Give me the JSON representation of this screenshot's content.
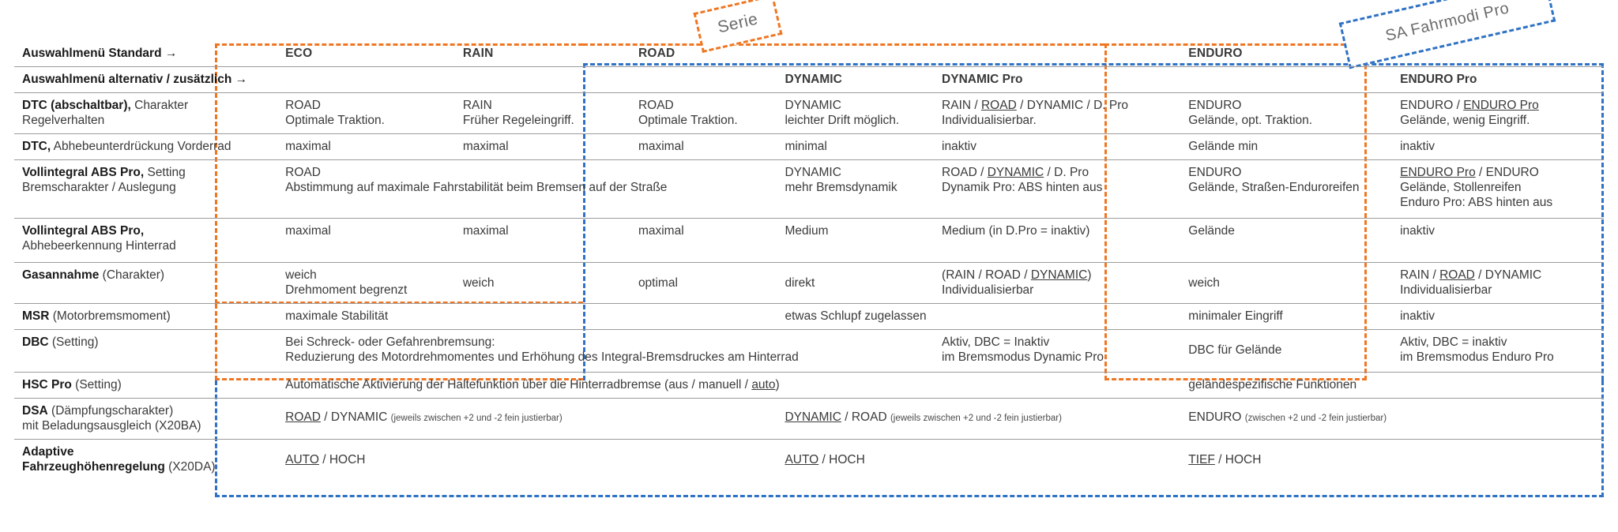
{
  "annotations": {
    "serie_tag": "Serie",
    "sa_tag": "SA Fahrmodi Pro",
    "serie_color": "#ef7622",
    "sa_color": "#2f72c4"
  },
  "headers": {
    "row1_label": "Auswahlmenü Standard →",
    "row2_label": "Auswahlmenü alternativ / zusätzlich →",
    "standard": [
      "ECO",
      "RAIN",
      "ROAD",
      "ENDURO"
    ],
    "alternativ": [
      "DYNAMIC",
      "DYNAMIC Pro",
      "ENDURO Pro"
    ]
  },
  "rows": [
    {
      "label_bold": "DTC (abschaltbar),",
      "label_rest": " Charakter",
      "label_line2": "Regelverhalten",
      "eco": "ROAD\nOptimale Traktion.",
      "rain": "RAIN\nFrüher Regeleingriff.",
      "road": "ROAD\nOptimale Traktion.",
      "dynamic": "DYNAMIC\nleichter Drift möglich.",
      "dynamic_pro_line1_pre": "RAIN / ",
      "dynamic_pro_line1_u": "ROAD",
      "dynamic_pro_line1_post": " / DYNAMIC /  D. Pro",
      "dynamic_pro_line2": "Individualisierbar.",
      "enduro": "ENDURO\nGelände, opt. Traktion.",
      "enduro_pro_line1_pre": "ENDURO / ",
      "enduro_pro_line1_u": "ENDURO Pro",
      "enduro_pro_line1_post": "",
      "enduro_pro_line2": "Gelände, wenig Eingriff."
    },
    {
      "label_bold": "DTC,",
      "label_rest": " Abhebeunterdrückung Vorderrad",
      "eco": "maximal",
      "rain": "maximal",
      "road": "maximal",
      "dynamic": "minimal",
      "dynamic_pro": "inaktiv",
      "enduro": "Gelände min",
      "enduro_pro": "inaktiv"
    },
    {
      "label_bold": "Vollintegral ABS Pro,",
      "label_rest": " Setting",
      "label_line2": "Bremscharakter / Auslegung",
      "merged_std": "ROAD\nAbstimmung auf maximale Fahrstabilität beim Bremsen auf der Straße",
      "dynamic": "DYNAMIC\nmehr Bremsdynamik",
      "dynamic_pro_line1_pre": "ROAD / ",
      "dynamic_pro_line1_u": "DYNAMIC",
      "dynamic_pro_line1_post": " /  D. Pro",
      "dynamic_pro_line2": "Dynamik Pro: ABS hinten aus",
      "enduro": "ENDURO\nGelände, Straßen-Enduroreifen",
      "enduro_pro_line1_u": "ENDURO Pro",
      "enduro_pro_line1_post": " / ENDURO",
      "enduro_pro_line2": "Gelände, Stollenreifen",
      "enduro_pro_line3": "Enduro Pro: ABS hinten aus"
    },
    {
      "label_bold": "Vollintegral ABS Pro,",
      "label_rest": "",
      "label_line2": "Abhebeerkennung Hinterrad",
      "eco": "maximal",
      "rain": "maximal",
      "road": "maximal",
      "dynamic": "Medium",
      "dynamic_pro": "Medium (in D.Pro = inaktiv)",
      "enduro": "Gelände",
      "enduro_pro": "inaktiv"
    },
    {
      "label_bold": "Gasannahme",
      "label_rest": " (Charakter)",
      "eco": "weich\nDrehmoment begrenzt",
      "rain": "weich",
      "road": "optimal",
      "dynamic": "direkt",
      "dynamic_pro_line1_pre": "(RAIN / ROAD / ",
      "dynamic_pro_line1_u": "DYNAMIC",
      "dynamic_pro_line1_post": ")",
      "dynamic_pro_line2": "Individualisierbar",
      "enduro": "weich",
      "enduro_pro_line1_pre": "RAIN / ",
      "enduro_pro_line1_u": "ROAD",
      "enduro_pro_line1_post": " / DYNAMIC",
      "enduro_pro_line2": "Individualisierbar"
    },
    {
      "label_bold": "MSR",
      "label_rest": " (Motorbremsmoment)",
      "merged_std": "maximale Stabilität",
      "merged_dyn": "etwas Schlupf zugelassen",
      "enduro": "minimaler Eingriff",
      "enduro_pro": "inaktiv"
    },
    {
      "label_bold": "DBC",
      "label_rest": " (Setting)",
      "merged_std": "Bei Schreck- oder Gefahrenbremsung:\nReduzierung des Motordrehmomentes und Erhöhung des Integral-Bremsdruckes am Hinterrad",
      "dynamic_pro": "Aktiv, DBC = Inaktiv\nim Bremsmodus Dynamic Pro",
      "enduro": "DBC für Gelände",
      "enduro_pro": "Aktiv, DBC = inaktiv\nim Bremsmodus Enduro Pro"
    },
    {
      "label_bold": "HSC Pro",
      "label_rest": " (Setting)",
      "merged_left_pre": "Automatische Aktivierung der Haltefunktion über die Hinterradbremse (aus / manuell / ",
      "merged_left_u": "auto",
      "merged_left_post": ")",
      "enduro": "geländespezifische Funktionen"
    },
    {
      "label_bold": "DSA",
      "label_rest": " (Dämpfungscharakter)",
      "label_line2": "mit Beladungsausgleich (X20BA)",
      "std_u": "ROAD",
      "std_post": " / DYNAMIC",
      "std_small": "(jeweils zwischen +2 und -2 fein justierbar)",
      "dyn_u": "DYNAMIC",
      "dyn_post": " / ROAD",
      "dyn_small": "(jeweils zwischen +2 und -2 fein justierbar)",
      "end_pre": "ENDURO",
      "end_small": "(zwischen +2 und -2 fein justierbar)"
    },
    {
      "label_bold": "Adaptive",
      "label_bold2": "Fahrzeughöhenregelung",
      "label_rest": " (X20DA)",
      "std_u": "AUTO",
      "std_post": " / HOCH",
      "dyn_u": "AUTO",
      "dyn_post": " / HOCH",
      "end_u": "TIEF",
      "end_post": " / HOCH"
    }
  ]
}
